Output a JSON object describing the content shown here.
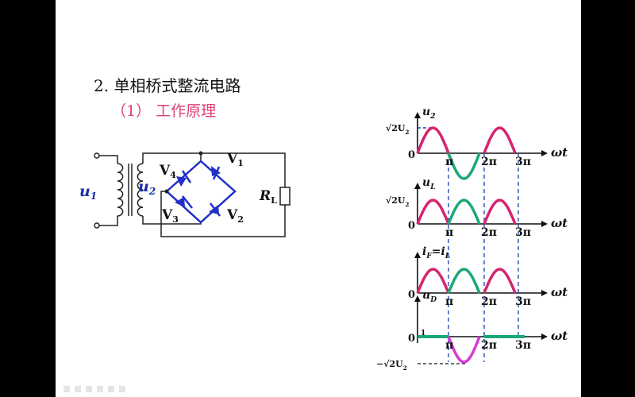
{
  "slide": {
    "title": "2. 单相桥式整流电路",
    "subtitle": "（1） 工作原理"
  },
  "circuit": {
    "u1": "u",
    "u1_sub": "1",
    "u2": "u",
    "u2_sub": "2",
    "v1": "V",
    "v1_sub": "1",
    "v2": "V",
    "v2_sub": "2",
    "v3": "V",
    "v3_sub": "3",
    "v4": "V",
    "v4_sub": "4",
    "rl": "R",
    "rl_sub": "L"
  },
  "waveforms": {
    "peak_label": "√2U",
    "peak_sub": "2",
    "neg_peak_label": "−√2U",
    "neg_peak_sub": "2",
    "origin": "0",
    "x_axis": "ωt",
    "ticks": [
      "π",
      "2π",
      "3π"
    ],
    "plots": [
      {
        "label": "u",
        "sub": "2"
      },
      {
        "label": "u",
        "sub": "L"
      },
      {
        "label": "i",
        "sub": "F",
        "label2": "=i",
        "sub2": "L"
      },
      {
        "label": "u",
        "sub": "D",
        "extra": "1"
      }
    ]
  },
  "colors": {
    "pink": "#d6246e",
    "green": "#1aa878",
    "magenta": "#d63cd0",
    "diode_blue": "#2030c8",
    "dash_blue": "#1a3fb0"
  }
}
